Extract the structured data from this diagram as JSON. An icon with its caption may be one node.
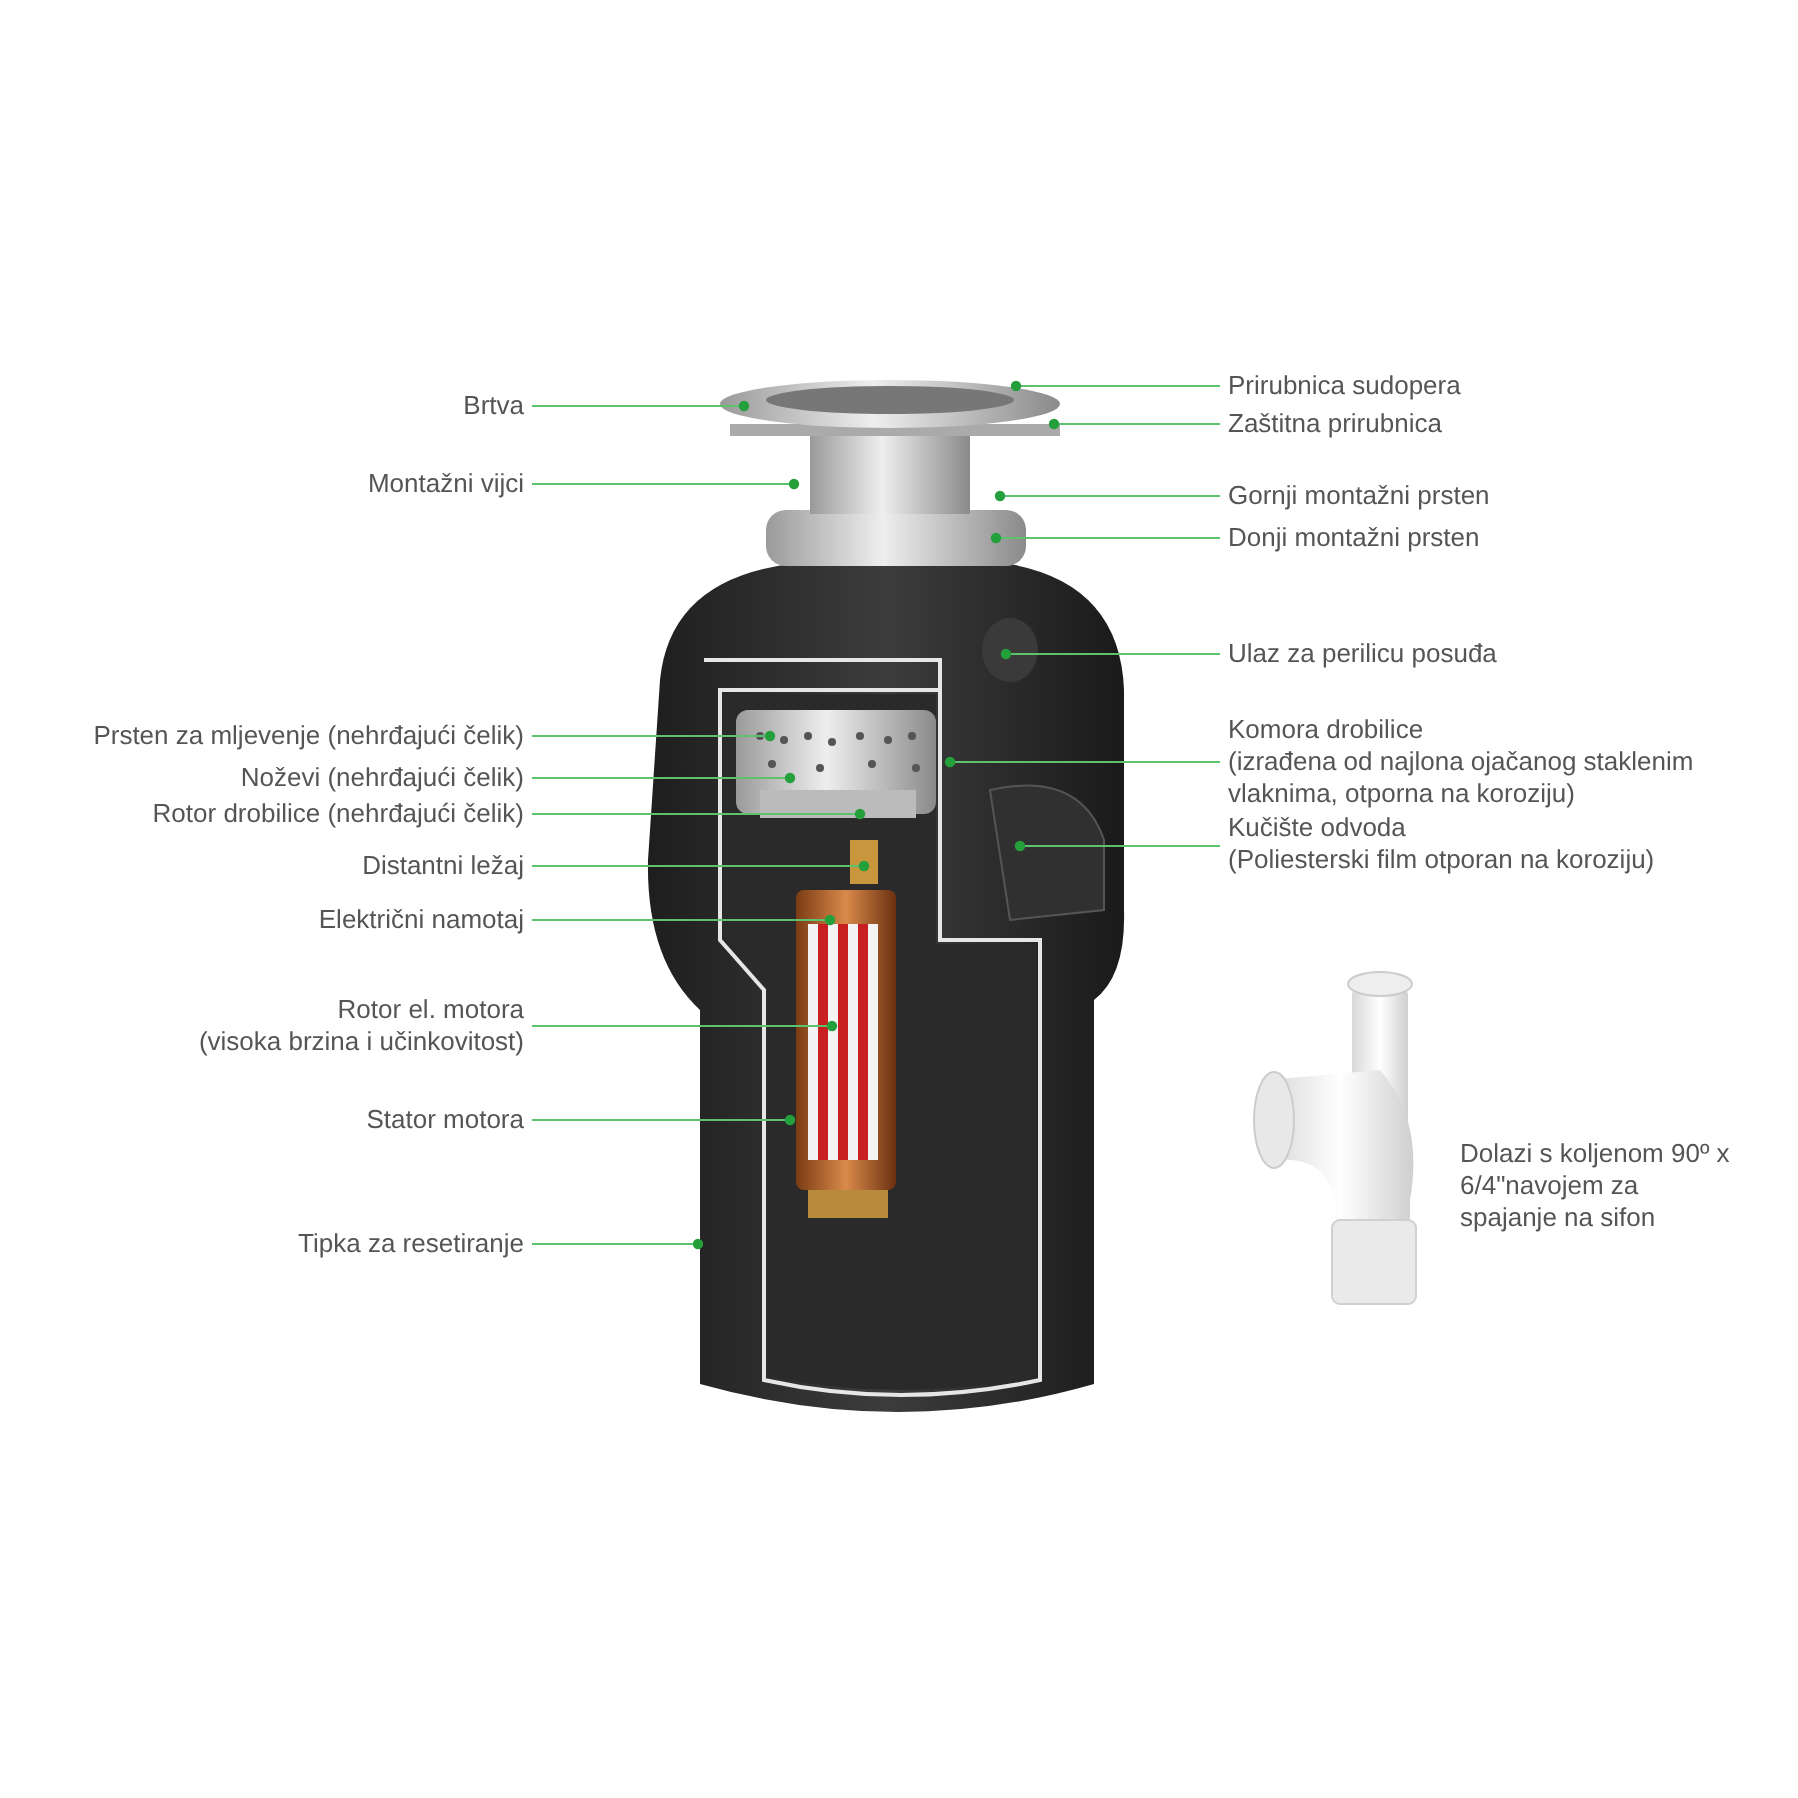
{
  "diagram": {
    "nodes": [
      {
        "text": [
          "Brtva"
        ]
      },
      {
        "text": [
          "Prirubnica sudopera"
        ]
      },
      {
        "text": [
          "Zaštitna prirubnica"
        ]
      },
      {
        "text": [
          "Montažni vijci"
        ]
      },
      {
        "text": [
          "Gornji montažni prsten"
        ]
      },
      {
        "text": [
          "Donji montažni prsten"
        ]
      },
      {
        "text": [
          "Ulaz za perilicu posuđa"
        ]
      },
      {
        "text": [
          "Prsten za mljevenje (nehrđajući čelik)"
        ]
      },
      {
        "text": [
          "Komora drobilice",
          "(izrađena od najlona ojačanog staklenim vlaknima, otporna na koroziju)"
        ]
      },
      {
        "text": [
          "Noževi (nehrđajući čelik)"
        ]
      },
      {
        "text": [
          "Rotor drobilice (nehrđajući čelik)"
        ]
      },
      {
        "text": [
          "Kučište odvoda",
          "(Poliesterski film otporan na koroziju)"
        ]
      },
      {
        "text": [
          "Distantni ležaj"
        ]
      },
      {
        "text": [
          "Električni namotaj"
        ]
      },
      {
        "text": [
          "Rotor el. motora",
          "(visoka brzina i učinkovitost)"
        ]
      },
      {
        "text": [
          "Stator motora"
        ]
      },
      {
        "text": [
          "Tipka za resetiranje"
        ]
      }
    ],
    "edges": [
      {
        "from": 0,
        "to": null,
        "arrow": "other"
      },
      {
        "from": 1,
        "to": null,
        "arrow": "other"
      },
      {
        "from": 2,
        "to": null,
        "arrow": "other"
      },
      {
        "from": 3,
        "to": null,
        "arrow": "other"
      },
      {
        "from": 4,
        "to": null,
        "arrow": "other"
      },
      {
        "from": 5,
        "to": null,
        "arrow": "other"
      },
      {
        "from": 6,
        "to": null,
        "arrow": "other"
      },
      {
        "from": 7,
        "to": null,
        "arrow": "other"
      },
      {
        "from": 8,
        "to": null,
        "arrow": "other"
      },
      {
        "from": 9,
        "to": null,
        "arrow": "other"
      },
      {
        "from": 10,
        "to": null,
        "arrow": "other"
      },
      {
        "from": 11,
        "to": null,
        "arrow": "other"
      },
      {
        "from": 12,
        "to": null,
        "arrow": "other"
      },
      {
        "from": 13,
        "to": null,
        "arrow": "other"
      },
      {
        "from": 14,
        "to": null,
        "arrow": "other"
      },
      {
        "from": 15,
        "to": null,
        "arrow": "other"
      },
      {
        "from": 16,
        "to": null,
        "arrow": "other"
      }
    ],
    "labels": [
      "Dolazi s koljenom 90º x 6/4\"navojem za spajanje na sifon"
    ]
  }
}
